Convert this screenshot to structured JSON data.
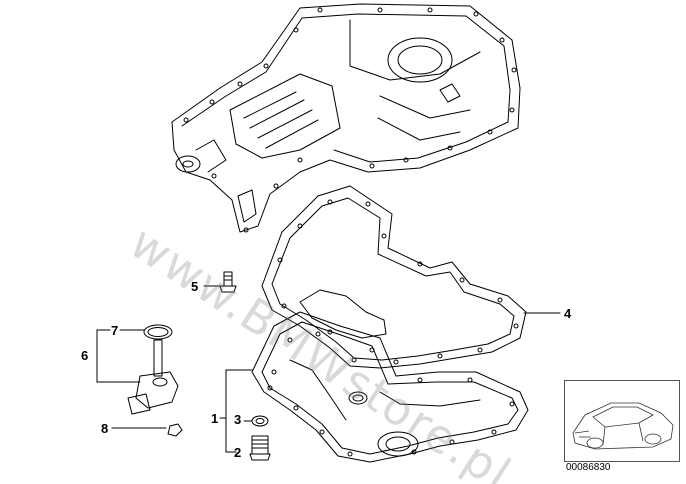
{
  "diagram": {
    "title": "Oil pan / oil level sensor parts diagram",
    "watermark": "www.BMWstore.pl",
    "catalog_number": "00086830",
    "callouts": [
      {
        "id": "c1",
        "label": "1"
      },
      {
        "id": "c2",
        "label": "2"
      },
      {
        "id": "c3",
        "label": "3"
      },
      {
        "id": "c4",
        "label": "4"
      },
      {
        "id": "c5",
        "label": "5"
      },
      {
        "id": "c6",
        "label": "6"
      },
      {
        "id": "c7",
        "label": "7"
      },
      {
        "id": "c8",
        "label": "8"
      }
    ]
  },
  "colors": {
    "line": "#000000",
    "watermark": "#8a8a8a",
    "background": "#ffffff"
  }
}
